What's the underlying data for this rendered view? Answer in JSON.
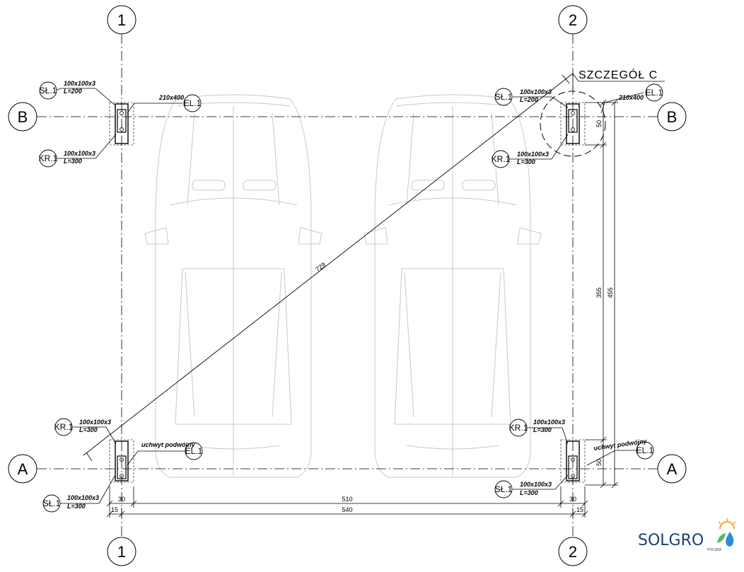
{
  "axes": {
    "columns": [
      "1",
      "2"
    ],
    "rows": [
      "B",
      "A"
    ]
  },
  "callouts": {
    "detail_title": "SZCZEGÓŁ C"
  },
  "tags": {
    "sl": "SŁ.1",
    "kr": "KR.1",
    "el": "EL.1"
  },
  "specs": {
    "post_section": "100x100x3",
    "post_length": "L=200",
    "post_length_bottom": "L=300",
    "rail_section": "100x100x3",
    "rail_length": "L=300",
    "plate": "210x400",
    "double_bracket": "uchwyt podwójny"
  },
  "dimensions": {
    "diagonal": "729",
    "inner_width": "510",
    "total_width": "540",
    "edge_30": "30",
    "edge_15": "15",
    "inner_depth": "355",
    "total_depth": "455",
    "post_depth": "50"
  },
  "logo": {
    "name": "SOLGRO",
    "sub": "POLSKA",
    "colors": {
      "text": "#1b3f73",
      "sun": "#f5a623",
      "drop": "#2a8fd6",
      "leaf": "#5cb85c"
    }
  }
}
